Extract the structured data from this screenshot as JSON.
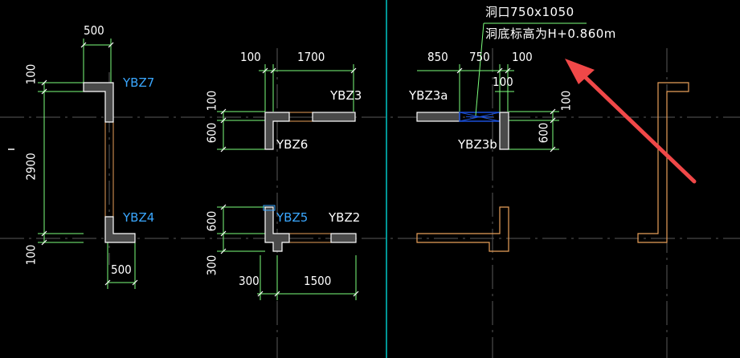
{
  "dimensions": {
    "d_500_top": "500",
    "d_100_left_top": "100",
    "d_2900": "2900",
    "d_100_left_bot": "100",
    "d_500_bot": "500",
    "d_100_mid_top": "100",
    "d_1700": "1700",
    "d_100_mid_v": "100",
    "d_600_mid_v": "600",
    "d_600_mid_low": "600",
    "d_300_mid_low": "300",
    "d_300_mid_bot": "300",
    "d_1500": "1500",
    "d_850": "850",
    "d_750": "750",
    "d_100_right_top": "100",
    "d_100_right_small": "100",
    "d_100_right_v": "100",
    "d_600_right_v": "600"
  },
  "column_tags": {
    "ybz7": "YBZ7",
    "ybz4": "YBZ4",
    "ybz3": "YBZ3",
    "ybz6": "YBZ6",
    "ybz5": "YBZ5",
    "ybz2": "YBZ2",
    "ybz3a": "YBZ3a",
    "ybz3b": "YBZ3b"
  },
  "opening_note": {
    "line1": "洞口750x1050",
    "line2": "洞底标高为H+0.860m"
  },
  "colors": {
    "background": "#000000",
    "axis_line": "#5a5a5a",
    "dimension_line": "#7cff7c",
    "wall_fill": "#4a4a4a",
    "wall_outline": "#ffffff",
    "wall_orange": "#e8a05a",
    "opening": "#1a4fd8",
    "section_line": "#00c8c8",
    "arrow": "#f04848",
    "tag_blue": "#3aa7ff"
  }
}
